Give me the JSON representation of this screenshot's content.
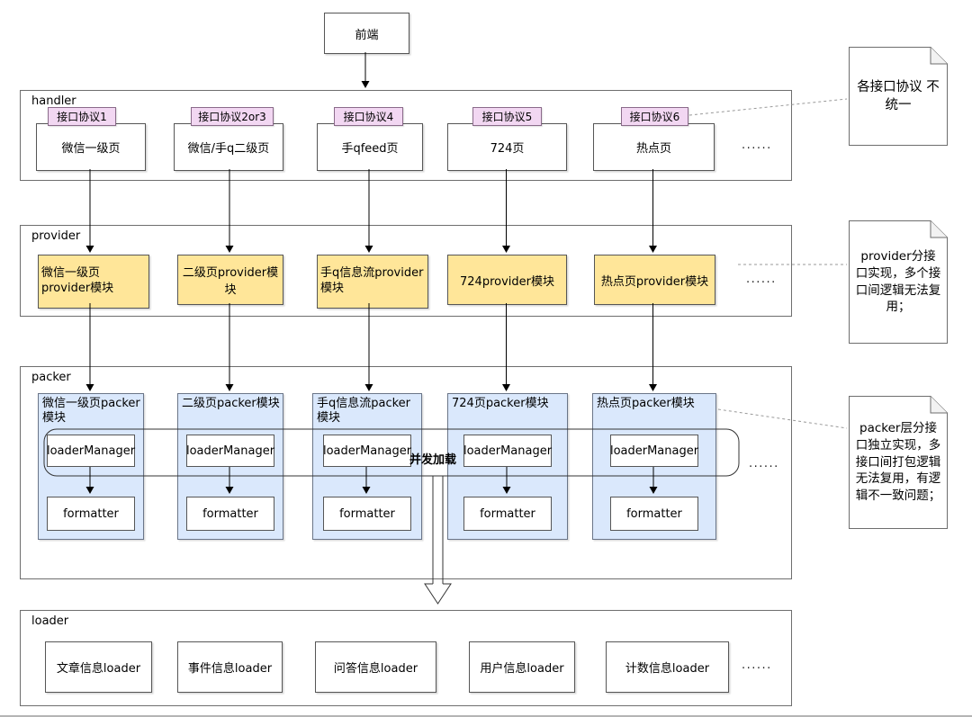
{
  "frontend": {
    "label": "前端"
  },
  "handler": {
    "title": "handler",
    "ellipsis": "......",
    "items": [
      {
        "protocol": "接口协议1",
        "label": "微信一级页"
      },
      {
        "protocol": "接口协议2or3",
        "label": "微信/手q二级页"
      },
      {
        "protocol": "接口协议4",
        "label": "手qfeed页"
      },
      {
        "protocol": "接口协议5",
        "label": "724页"
      },
      {
        "protocol": "接口协议6",
        "label": "热点页"
      }
    ]
  },
  "provider": {
    "title": "provider",
    "ellipsis": "......",
    "items": [
      {
        "label": "微信一级页provider模块"
      },
      {
        "label": "二级页provider模块"
      },
      {
        "label": "手q信息流provider模块"
      },
      {
        "label": "724provider模块"
      },
      {
        "label": "热点页provider模块"
      }
    ]
  },
  "packer": {
    "title": "packer",
    "ellipsis": "......",
    "concurrent_label": "并发加载",
    "modules": [
      {
        "label": "微信一级页packer模块",
        "loader_manager": "loaderManager",
        "formatter": "formatter"
      },
      {
        "label": "二级页packer模块",
        "loader_manager": "loaderManager",
        "formatter": "formatter"
      },
      {
        "label": "手q信息流packer模块",
        "loader_manager": "loaderManager",
        "formatter": "formatter"
      },
      {
        "label": "724页packer模块",
        "loader_manager": "loaderManager",
        "formatter": "formatter"
      },
      {
        "label": "热点页packer模块",
        "loader_manager": "loaderManager",
        "formatter": "formatter"
      }
    ]
  },
  "loader": {
    "title": "loader",
    "ellipsis": "......",
    "items": [
      {
        "label": "文章信息loader"
      },
      {
        "label": "事件信息loader"
      },
      {
        "label": "问答信息loader"
      },
      {
        "label": "用户信息loader"
      },
      {
        "label": "计数信息loader"
      }
    ]
  },
  "notes": [
    {
      "text": "各接口协议 不统一"
    },
    {
      "text": "provider分接口实现，多个接口间逻辑无法复用；"
    },
    {
      "text": "packer层分接口独立实现，多接口间打包逻辑无法复用，有逻辑不一致问题；"
    }
  ],
  "colors": {
    "protocol_tab": "#f2d7f2",
    "provider_box": "#ffe699",
    "packer_module": "#dae8fc",
    "border": "#666666"
  }
}
